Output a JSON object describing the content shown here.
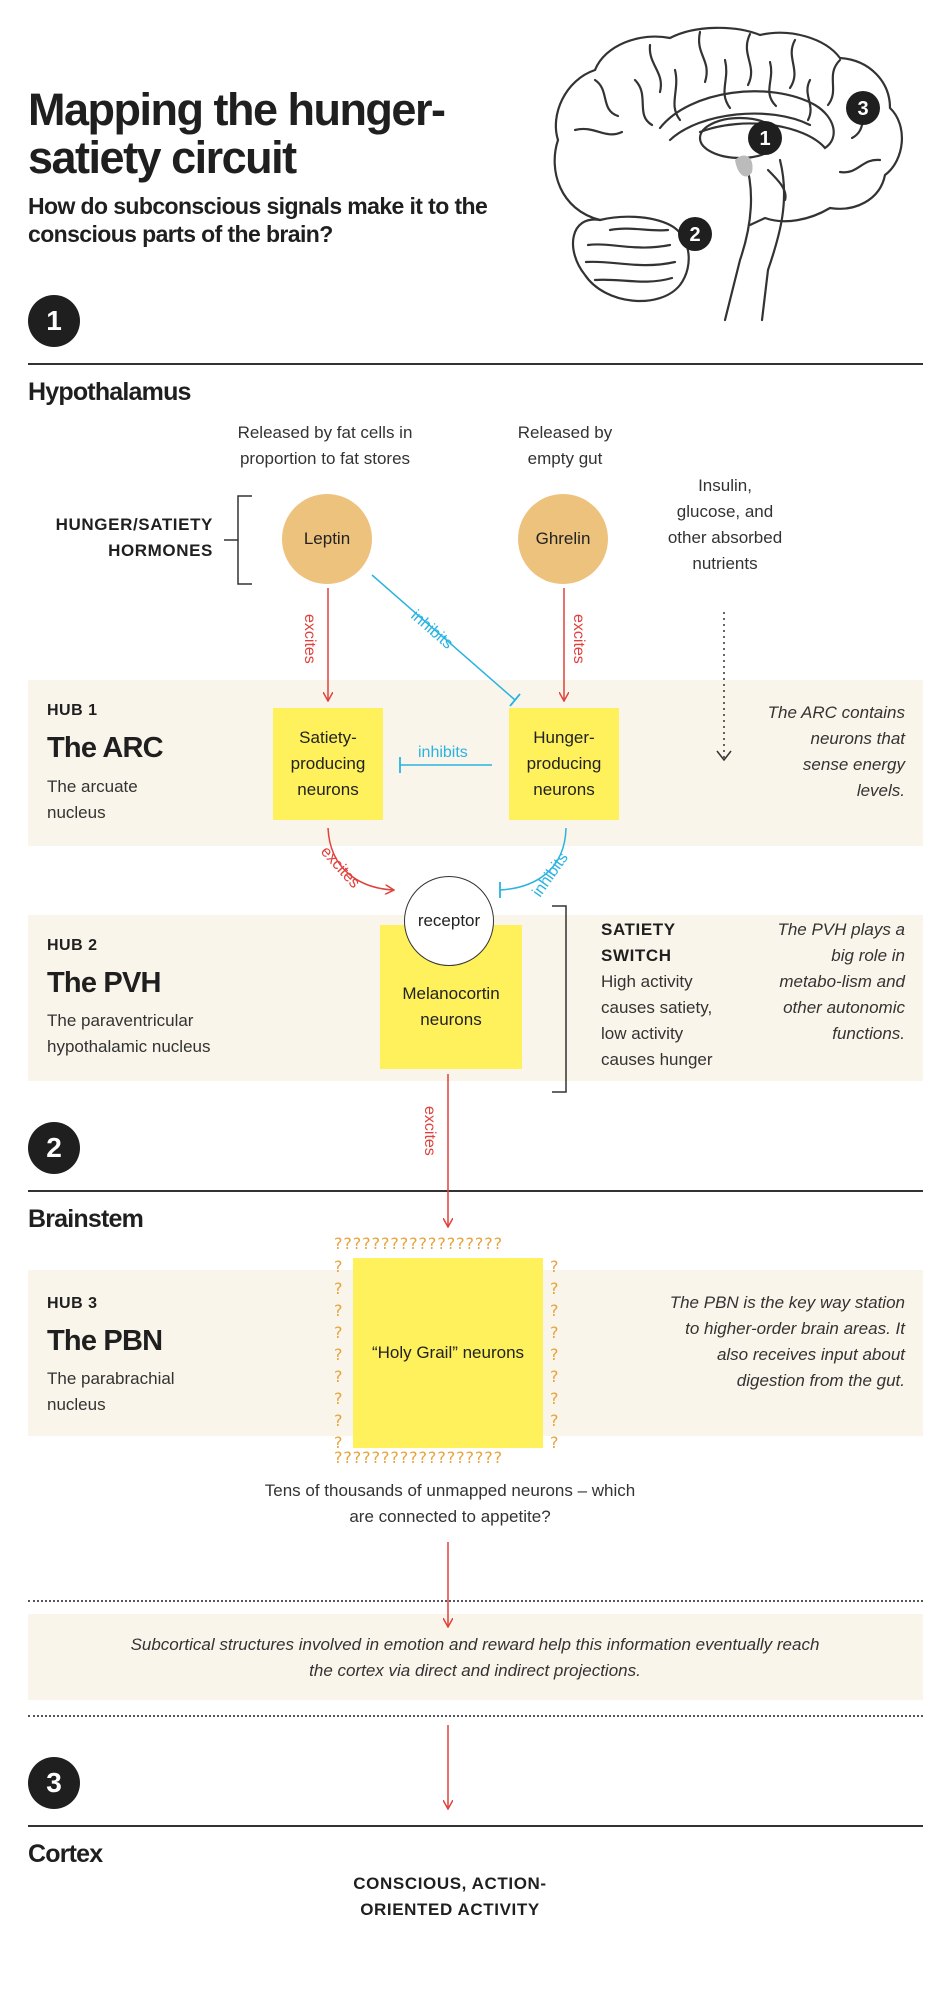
{
  "header": {
    "title": "Mapping the hunger-satiety circuit",
    "subtitle": "How do subconscious signals make it to the conscious parts of the brain?"
  },
  "brain_markers": [
    "1",
    "2",
    "3"
  ],
  "sections": {
    "one": {
      "number": "1",
      "name": "Hypothalamus"
    },
    "two": {
      "number": "2",
      "name": "Brainstem"
    },
    "three": {
      "number": "3",
      "name": "Cortex"
    }
  },
  "hormones": {
    "group_label": "HUNGER/SATIETY HORMONES",
    "leptin": {
      "label": "Leptin",
      "source": "Released by fat cells in proportion to fat stores"
    },
    "ghrelin": {
      "label": "Ghrelin",
      "source": "Released by empty gut"
    },
    "nutrients": "Insulin, glucose, and other absorbed nutrients"
  },
  "arrows": {
    "excites": "excites",
    "inhibits": "inhibits"
  },
  "hub1": {
    "label": "HUB 1",
    "title": "The ARC",
    "desc": "The arcuate nucleus",
    "satiety_neurons": "Satiety-producing neurons",
    "hunger_neurons": "Hunger-producing neurons",
    "note": "The ARC contains neurons that sense energy levels."
  },
  "hub2": {
    "label": "HUB 2",
    "title": "The PVH",
    "desc": "The paraventricular hypothalamic nucleus",
    "receptor": "receptor",
    "neurons": "Melanocortin neurons",
    "switch_title": "SATIETY SWITCH",
    "switch_desc": "High activity causes satiety, low activity causes hunger",
    "note": "The PVH plays a big role in metabo-lism and other autonomic functions."
  },
  "hub3": {
    "label": "HUB 3",
    "title": "The PBN",
    "desc": "The parabrachial nucleus",
    "neurons": "“Holy Grail” neurons",
    "question_mark": "?",
    "note": "The PBN is the key way station to higher-order brain areas. It also receives input about digestion from the gut.",
    "unmapped": "Tens of thousands of unmapped neurons – which are connected to appetite?"
  },
  "subcortical": "Subcortical structures involved in emotion and reward help this information eventually reach the cortex via direct and indirect projections.",
  "cortex_output": "CONSCIOUS, ACTION-ORIENTED ACTIVITY",
  "colors": {
    "excite": "#e0413c",
    "inhibit": "#2ab3e0",
    "yellow": "#fef15c",
    "hormone": "#edc27d",
    "band": "#faf5ea",
    "question": "#e8a33a"
  }
}
